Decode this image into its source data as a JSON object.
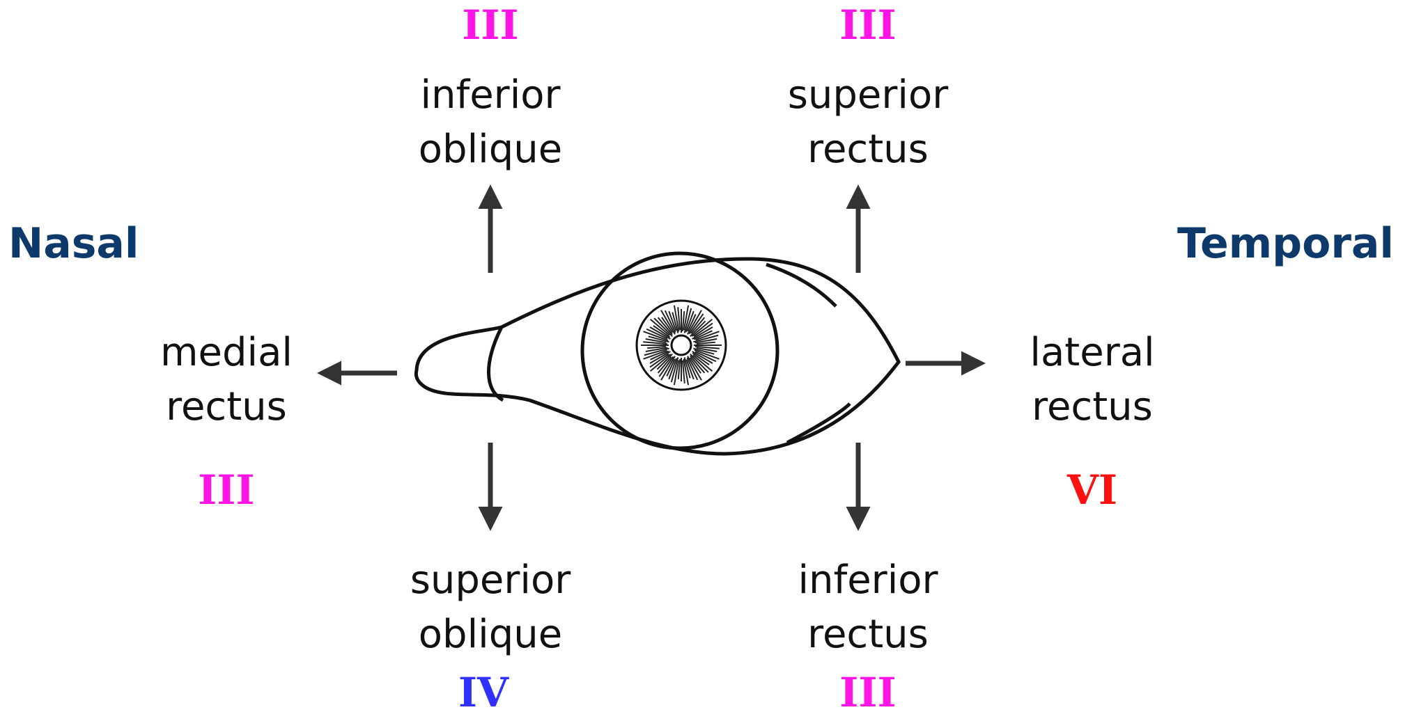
{
  "sides": {
    "nasal": "Nasal",
    "temporal": "Temporal"
  },
  "muscles": {
    "inferior_oblique": {
      "line1": "inferior",
      "line2": "oblique",
      "nerve": "III"
    },
    "superior_rectus": {
      "line1": "superior",
      "line2": "rectus",
      "nerve": "III"
    },
    "medial_rectus": {
      "line1": "medial",
      "line2": "rectus",
      "nerve": "III"
    },
    "lateral_rectus": {
      "line1": "lateral",
      "line2": "rectus",
      "nerve": "VI"
    },
    "superior_oblique": {
      "line1": "superior",
      "line2": "oblique",
      "nerve": "IV"
    },
    "inferior_rectus": {
      "line1": "inferior",
      "line2": "rectus",
      "nerve": "III"
    }
  },
  "colors": {
    "side_label": "#0d3a6b",
    "nerve_III": "#ff14e6",
    "nerve_IV": "#3030ff",
    "nerve_VI": "#ff1010",
    "arrow": "#333333",
    "eye_outline": "#111111"
  }
}
